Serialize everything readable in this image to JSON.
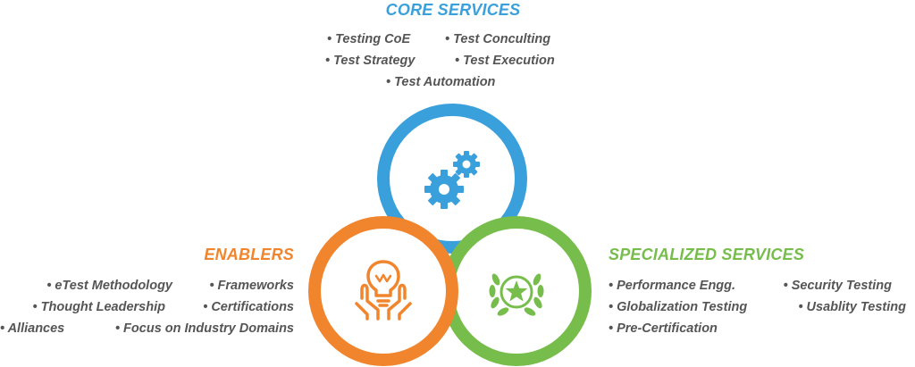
{
  "core": {
    "title": "CORE SERVICES",
    "items": [
      "• Testing CoE",
      "• Test Conculting",
      "• Test Strategy",
      "• Test Execution",
      "• Test Automation"
    ]
  },
  "enablers": {
    "title": "ENABLERS",
    "items": [
      "• eTest Methodology",
      "• Frameworks",
      "• Thought Leadership",
      "• Certifications",
      "• Alliances",
      "• Focus on Industry Domains"
    ]
  },
  "specialized": {
    "title": "SPECIALIZED SERVICES",
    "items": [
      "• Performance Engg.",
      "• Security Testing",
      "• Globalization Testing",
      "• Usablity Testing",
      "• Pre-Certification"
    ]
  },
  "colors": {
    "blue": "#3aa0db",
    "orange": "#f1852d",
    "green": "#77bd4b",
    "text": "#555555"
  },
  "icons": {
    "core": "gears-icon",
    "enablers": "lightbulb-hands-icon",
    "specialized": "laurel-star-icon"
  }
}
